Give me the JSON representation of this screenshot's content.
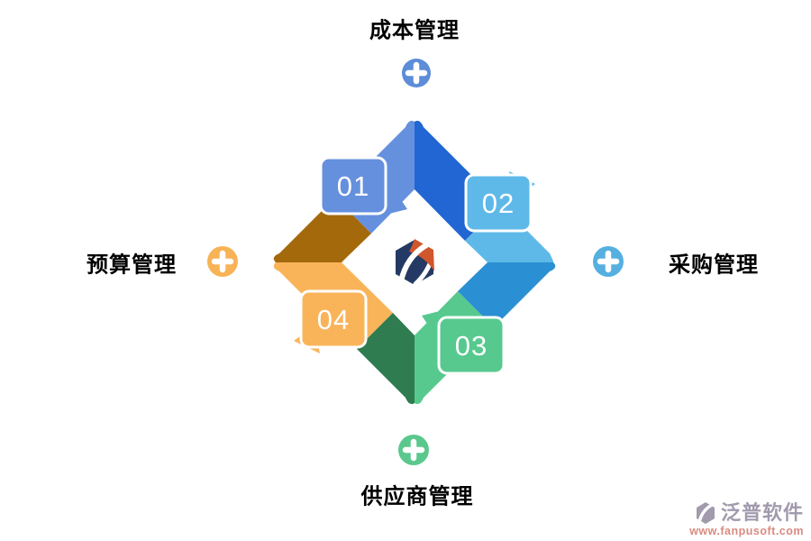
{
  "canvas": {
    "background": "#ffffff"
  },
  "cycle": {
    "number_text_color": "#ffffff",
    "steps": [
      {
        "number": "01",
        "label": "成本管理",
        "position": "top",
        "band_color": "#6590DE",
        "fold_color": "#2166D2",
        "plus_color": "#5D8DD8"
      },
      {
        "number": "02",
        "label": "采购管理",
        "position": "right",
        "band_color": "#5FB9E8",
        "fold_color": "#2B8FD3",
        "plus_color": "#55B0E0"
      },
      {
        "number": "03",
        "label": "供应商管理",
        "position": "bottom",
        "band_color": "#57C98E",
        "fold_color": "#2E7C50",
        "plus_color": "#5AC88C"
      },
      {
        "number": "04",
        "label": "预算管理",
        "position": "left",
        "band_color": "#F9B45A",
        "fold_color": "#A4690B",
        "plus_color": "#F8B357"
      }
    ]
  },
  "center_logo": {
    "navy": "#243A64",
    "orange": "#D0562B"
  },
  "watermark": {
    "brand": "泛普软件",
    "url": "www.fanpusoft.com",
    "brand_color": "#A29AAD",
    "url_color": "#D98B80"
  }
}
